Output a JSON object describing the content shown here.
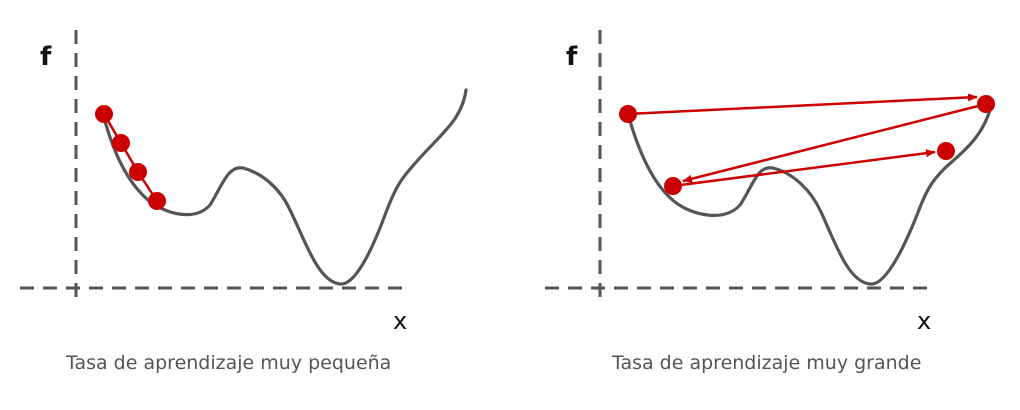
{
  "colors": {
    "axis": "#555555",
    "curve": "#555555",
    "marker": "#cc0000",
    "arrow": "#cc0000",
    "caption_text": "#555555"
  },
  "panels": [
    {
      "id": "small-learning-rate",
      "y_axis_label": "f",
      "x_axis_label": "x",
      "caption": "Tasa de aprendizaje muy pequeña",
      "step_count": 4
    },
    {
      "id": "large-learning-rate",
      "y_axis_label": "f",
      "x_axis_label": "x",
      "caption": "Tasa de aprendizaje muy grande",
      "step_count": 4
    }
  ]
}
